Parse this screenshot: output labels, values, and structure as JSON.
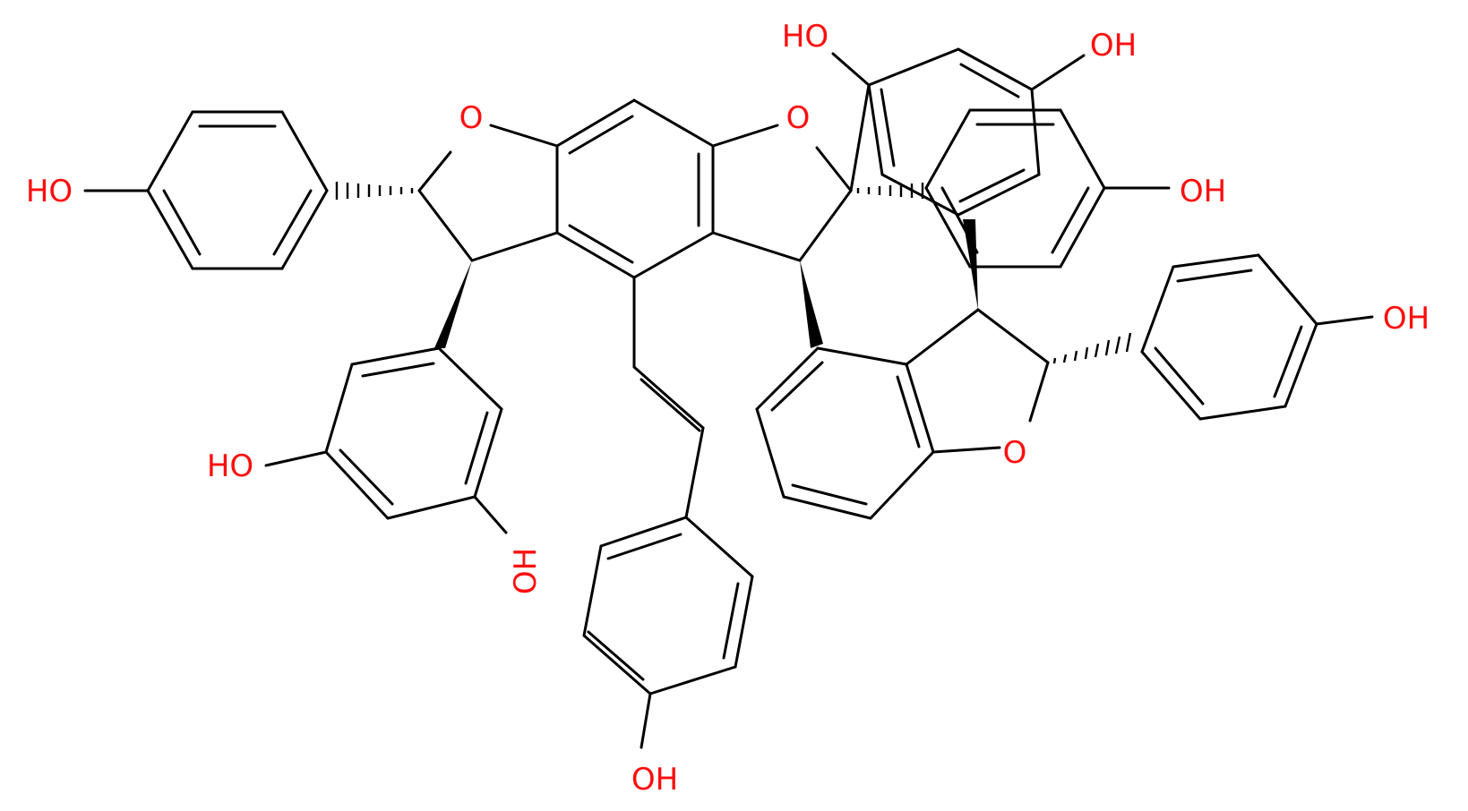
{
  "colors": {
    "bond": "#000000",
    "heteroatom_O": "#ff0d0d",
    "background": "#ffffff"
  },
  "labels": {
    "oh_top_left": "HO",
    "oh_top_right": "OH",
    "o_ring_1": "O",
    "o_ring_2": "O",
    "oh_left_phenol": "HO",
    "oh_right_phenol": "OH",
    "oh_far_right": "OH",
    "o_ring_3": "O",
    "oh_resorcinol_1": "HO",
    "oh_resorcinol_2": "OH",
    "oh_bottom": "OH"
  }
}
